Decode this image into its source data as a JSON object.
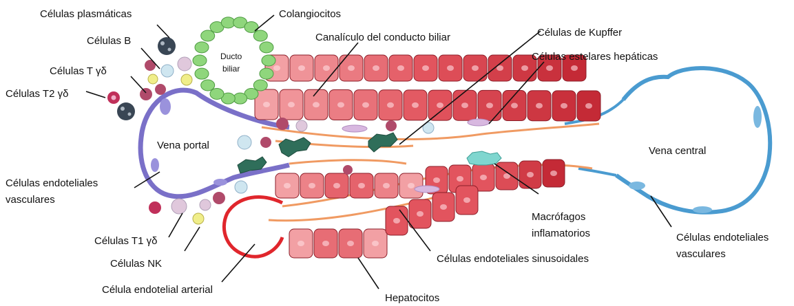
{
  "labels": {
    "celulas_plasmaticas": "Células plasmáticas",
    "colangiocitos": "Colangiocitos",
    "celulas_b": "Células B",
    "canaliculo": "Canalículo del conducto biliar",
    "celulas_kupffer": "Células de Kupffer",
    "celulas_t_gd": "Células T γδ",
    "ducto_biliar_1": "Ducto",
    "ducto_biliar_2": "biliar",
    "celulas_estelares": "Células estelares hepáticas",
    "celulas_t2_gd": "Células T2 γδ",
    "vena_portal": "Vena portal",
    "vena_central": "Vena central",
    "endoteliales_vasculares_left_1": "Células endoteliales",
    "endoteliales_vasculares_left_2": "vasculares",
    "macrofagos_1": "Macrófagos",
    "macrofagos_2": "inflamatorios",
    "endoteliales_vasculares_right_1": "Células endoteliales",
    "endoteliales_vasculares_right_2": "vasculares",
    "celulas_t1_gd": "Células T1 γδ",
    "celulas_nk": "Células NK",
    "endoteliales_sinusoidales": "Células endoteliales sinusoidales",
    "endotelial_arterial": "Célula endotelial arterial",
    "hepatocitos": "Hepatocitos"
  },
  "colors": {
    "hepatocyte_light": "#f2a0a4",
    "hepatocyte_mid": "#e2545e",
    "hepatocyte_dark": "#c42a36",
    "cholangiocyte": "#8fd67c",
    "portal_vein": "#7a70c8",
    "central_vein": "#4a9bd0",
    "artery": "#e0262c",
    "sinusoid": "#f09a62",
    "kupffer": "#2f6e5a",
    "stellate": "#d8b8e0",
    "macrophage": "#7fd6cf",
    "lymphocyte": "#b04a6a"
  }
}
